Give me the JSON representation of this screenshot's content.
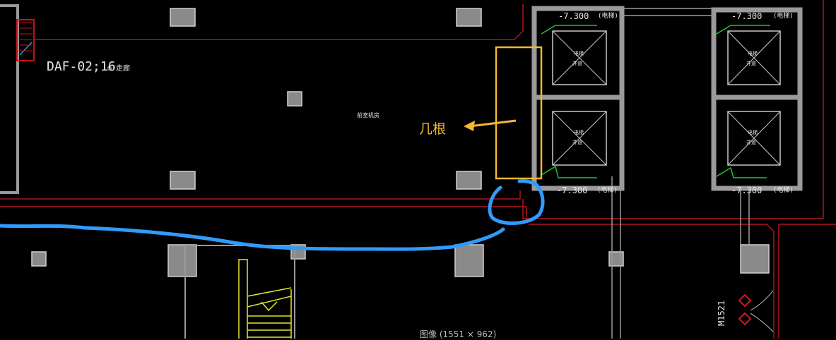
{
  "drawing": {
    "room_label": "DAF-02;16",
    "room_label_suffix": "m²走廊",
    "center_label": "前室机房",
    "elevator_level": "-7.300",
    "elevator_level_2": "-7.300",
    "elevator_level_3": "-7.300",
    "elevator_level_4": "-7.300",
    "elevator_note": "(电梯)",
    "shaft_label": "电梯",
    "shaft_sub_label": "井道",
    "vertical_label": "M1521"
  },
  "annotation": {
    "text": "几根",
    "color": "#f5b731",
    "stroke_color": "#2f9bff"
  },
  "caption": {
    "text": "图像 (1551 × 962)"
  },
  "colors": {
    "background": "#000000",
    "wall_red": "#b0151c",
    "wall_gray": "#9a9a9a",
    "stair_yellow": "#e5e52a",
    "marker_green": "#19c82a"
  }
}
